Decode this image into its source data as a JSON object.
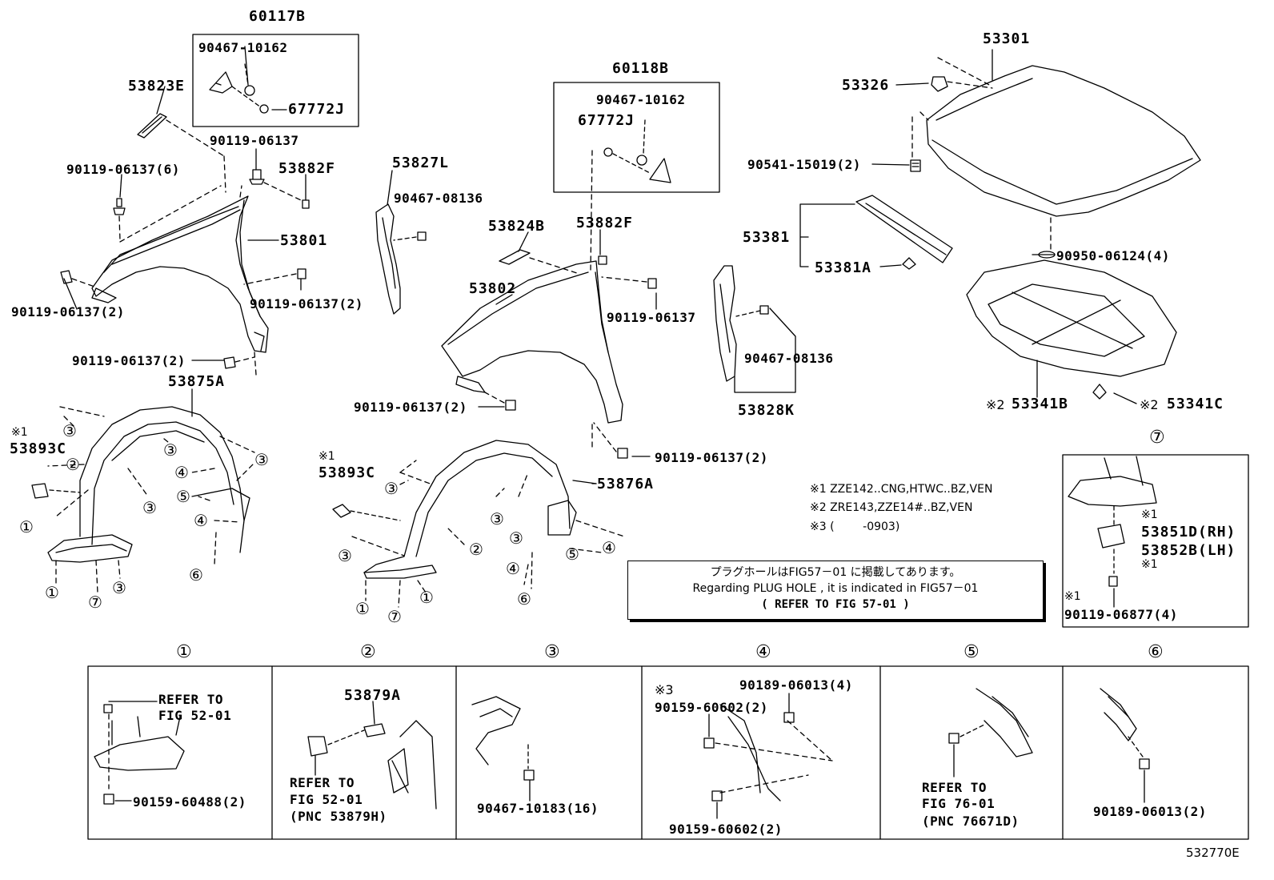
{
  "parts": {
    "p60117B": "60117B",
    "p90467_10162_a": "90467-10162",
    "p67772J_a": "67772J",
    "p53823E": "53823E",
    "p90119_06137_a": "90119-06137",
    "p90119_06137_6": "90119-06137(6)",
    "p53882F_a": "53882F",
    "p53801": "53801",
    "p90119_06137_2a": "90119-06137(2)",
    "p90119_06137_2b": "90119-06137(2)",
    "p90119_06137_2c": "90119-06137(2)",
    "p53875A": "53875A",
    "p53893C_a": "53893C",
    "p60118B": "60118B",
    "p90467_10162_b": "90467-10162",
    "p67772J_b": "67772J",
    "p53827L": "53827L",
    "p90467_08136_a": "90467-08136",
    "p53824B": "53824B",
    "p53882F_b": "53882F",
    "p53802": "53802",
    "p90119_06137_b": "90119-06137",
    "p90119_06137_2d": "90119-06137(2)",
    "p90119_06137_2e": "90119-06137(2)",
    "p53893C_b": "53893C",
    "p53876A": "53876A",
    "p53301": "53301",
    "p53326": "53326",
    "p90541_15019": "90541-15019(2)",
    "p53381": "53381",
    "p53381A": "53381A",
    "p90950_06124": "90950-06124(4)",
    "p90467_08136_b": "90467-08136",
    "p53828K": "53828K",
    "p53341B": "53341B",
    "p53341C": "53341C",
    "p53851D": "53851D(RH)",
    "p53852B": "53852B(LH)",
    "p90119_06877": "90119-06877(4)",
    "p53879A": "53879A",
    "p90159_60488": "90159-60488(2)",
    "p90467_10183": "90467-10183(16)",
    "p90189_06013_4": "90189-06013(4)",
    "p90159_60602_2a": "90159-60602(2)",
    "p90159_60602_2b": "90159-60602(2)",
    "p90189_06013_2": "90189-06013(2)"
  },
  "marks": {
    "m1": "※1",
    "m2": "※2",
    "m3": "※3"
  },
  "circles": {
    "c1": "①",
    "c2": "②",
    "c3": "③",
    "c4": "④",
    "c5": "⑤",
    "c6": "⑥",
    "c7": "⑦"
  },
  "footnotes": {
    "n1": "※1 ZZE142..CNG,HTWC..BZ,VEN",
    "n2": "※2 ZRE143,ZZE14#..BZ,VEN",
    "n3": "※3 (        -0903)"
  },
  "notice": {
    "line1": "プラグホールはFIG57－01 に掲載してあります。",
    "line2": "Regarding  PLUG HOLE , it is indicated in FIG57－01",
    "line3": "(  REFER TO FIG 57-01 )"
  },
  "refs": {
    "refer_to": "REFER TO",
    "fig_52_01": "FIG 52-01",
    "pnc_53879H": "(PNC 53879H)",
    "fig_76_01": "FIG 76-01",
    "pnc_76671D": "(PNC 76671D)"
  },
  "figure_id": "532770E"
}
